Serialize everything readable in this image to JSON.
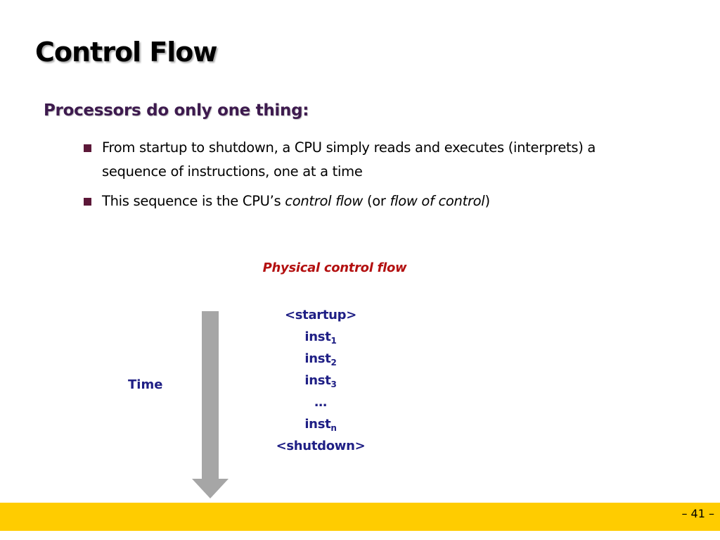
{
  "slide": {
    "title": "Control Flow",
    "subtitle": "Processors do only one thing:",
    "bullets": [
      {
        "text": "From startup to shutdown, a CPU simply reads and executes (interprets) a sequence of instructions, one at a time"
      },
      {
        "text_before": "This sequence is the CPU’s ",
        "emphasis_1": "control flow",
        "text_middle": " (or ",
        "emphasis_2": "flow of control",
        "text_after": ")"
      }
    ],
    "diagram": {
      "title": "Physical control flow",
      "time_label": "Time",
      "startup": "<startup>",
      "instructions": [
        {
          "base": "inst",
          "sub": "1"
        },
        {
          "base": "inst",
          "sub": "2"
        },
        {
          "base": "inst",
          "sub": "3"
        }
      ],
      "ellipsis": "…",
      "last_instruction": {
        "base": "inst",
        "sub": "n"
      },
      "shutdown": "<shutdown>",
      "arrow_color": "#a6a6a6"
    },
    "footer": {
      "page_number": "– 41 –",
      "bar_color": "#ffcc00"
    },
    "colors": {
      "title": "#000000",
      "subtitle": "#3d1a4e",
      "bullet_marker": "#5c1838",
      "diagram_title": "#b31010",
      "instruction_text": "#1f1f85"
    }
  }
}
